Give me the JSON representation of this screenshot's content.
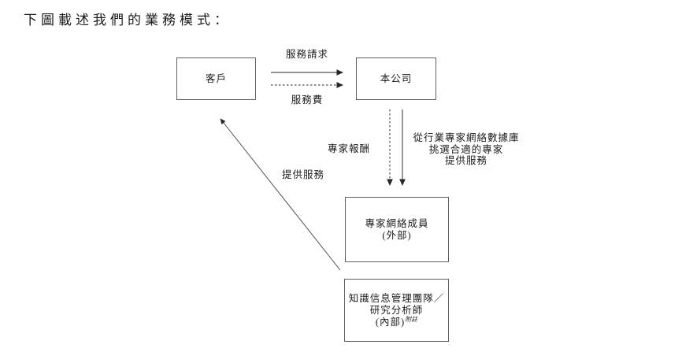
{
  "title": "下圖載述我們的業務模式：",
  "colors": {
    "background": "#ffffff",
    "line": "#4f4f4f",
    "box_border": "#5f5f5f",
    "text": "#1c1c1c"
  },
  "nodes": {
    "customer": {
      "label": "客戶"
    },
    "company": {
      "label": "本公司"
    },
    "experts": {
      "line1": "專家網絡成員",
      "line2": "(外部)"
    },
    "team": {
      "line1": "知識信息管理團隊／",
      "line2": "研究分析師",
      "line3": "(內部)",
      "note": "附註"
    }
  },
  "edges": {
    "service_request": {
      "label": "服務請求",
      "from": "customer",
      "to": "company",
      "style": "solid"
    },
    "service_fee": {
      "label": "服務費",
      "from": "customer",
      "to": "company",
      "style": "dashed"
    },
    "expert_remuneration": {
      "label": "專家報酬",
      "from": "company",
      "to": "experts",
      "style": "dashed"
    },
    "select_experts": {
      "label_lines": [
        "從行業專家網絡數據庫",
        "挑選合適的專家",
        "提供服務"
      ],
      "from": "company",
      "to": "experts",
      "style": "solid"
    },
    "provide_services": {
      "label": "提供服務",
      "from": "experts_team",
      "to": "customer",
      "style": "solid"
    }
  }
}
